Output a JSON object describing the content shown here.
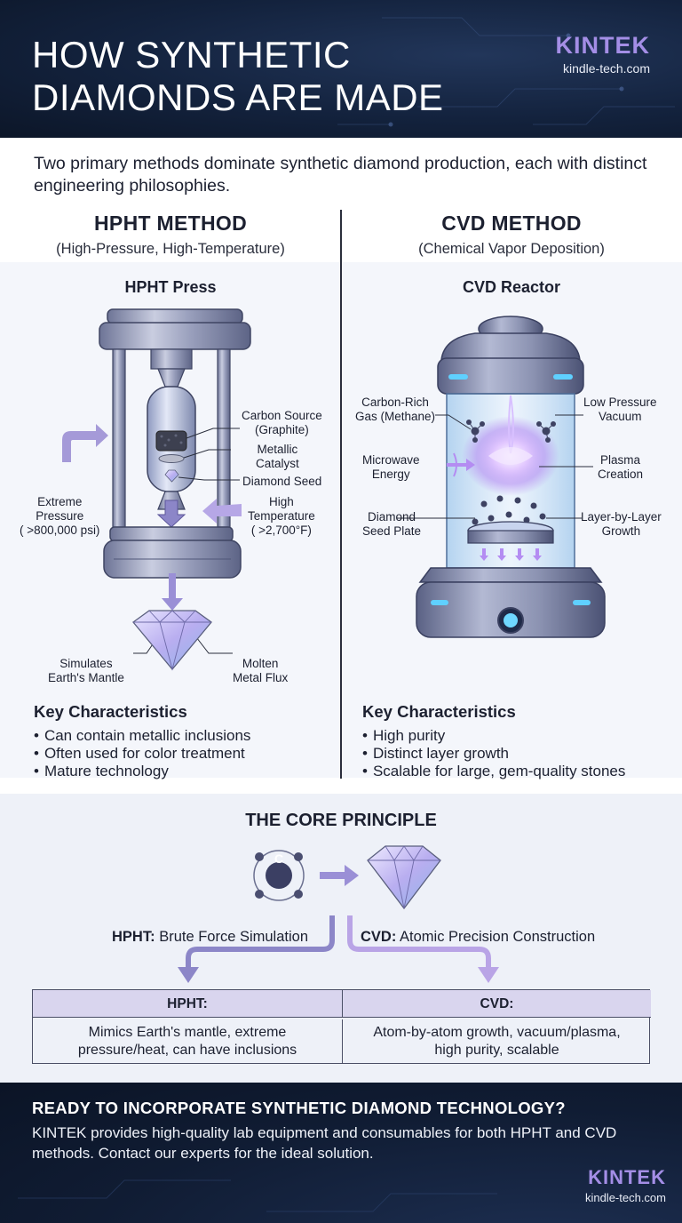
{
  "header": {
    "title_line1": "HOW SYNTHETIC",
    "title_line2": "DIAMONDS ARE MADE",
    "brand": "KINTEK",
    "url": "kindle-tech.com"
  },
  "intro": "Two primary methods dominate synthetic diamond production, each with distinct engineering philosophies.",
  "hpht": {
    "title": "HPHT METHOD",
    "subtitle": "(High-Pressure, High-Temperature)",
    "diagram_title": "HPHT Press",
    "labels": {
      "carbon_source": [
        "Carbon Source",
        "(Graphite)"
      ],
      "metallic_catalyst": [
        "Metallic",
        "Catalyst"
      ],
      "diamond_seed": "Diamond Seed",
      "extreme_pressure": [
        "Extreme",
        "Pressure",
        "( >800,000 psi)"
      ],
      "high_temperature": [
        "High",
        "Temperature",
        "( >2,700°F)"
      ],
      "simulates": [
        "Simulates",
        "Earth's Mantle"
      ],
      "molten": [
        "Molten",
        "Metal Flux"
      ]
    },
    "key_title": "Key Characteristics",
    "key_items": [
      "Can contain metallic inclusions",
      "Often used for color treatment",
      "Mature technology"
    ]
  },
  "cvd": {
    "title": "CVD METHOD",
    "subtitle": "(Chemical Vapor Deposition)",
    "diagram_title": "CVD Reactor",
    "labels": {
      "carbon_gas": [
        "Carbon-Rich",
        "Gas (Methane)"
      ],
      "low_pressure": [
        "Low Pressure",
        "Vacuum"
      ],
      "microwave": [
        "Microwave",
        "Energy"
      ],
      "plasma": [
        "Plasma",
        "Creation"
      ],
      "seed_plate": [
        "Diamond",
        "Seed Plate"
      ],
      "layer_growth": [
        "Layer-by-Layer",
        "Growth"
      ]
    },
    "key_title": "Key Characteristics",
    "key_items": [
      "High purity",
      "Distinct layer growth",
      "Scalable for large, gem-quality stones"
    ]
  },
  "core": {
    "title": "THE CORE PRINCIPLE",
    "atom_symbol": "C",
    "hpht_prefix": "HPHT:",
    "hpht_branch": "Brute Force Simulation",
    "cvd_prefix": "CVD:",
    "cvd_branch": "Atomic Precision Construction",
    "table": {
      "hpht_head": "HPHT:",
      "cvd_head": "CVD:",
      "hpht_body": [
        "Mimics Earth's mantle, extreme",
        "pressure/heat, can have inclusions"
      ],
      "cvd_body": [
        "Atom-by-atom growth, vacuum/plasma,",
        "high purity, scalable"
      ]
    }
  },
  "footer": {
    "heading": "READY TO INCORPORATE SYNTHETIC DIAMOND TECHNOLOGY?",
    "text": "KINTEK provides high-quality lab equipment and consumables for both HPHT and CVD methods. Contact our experts for the ideal solution.",
    "brand": "KINTEK",
    "url": "kindle-tech.com"
  },
  "colors": {
    "navy": "#13223d",
    "accent_purple": "#a48ee6",
    "arrow_lavender": "#9a8fd6",
    "metal_steel": "#8c93b2",
    "plasma_glow": "#c9a8ff",
    "table_head": "#d9d5ee"
  }
}
